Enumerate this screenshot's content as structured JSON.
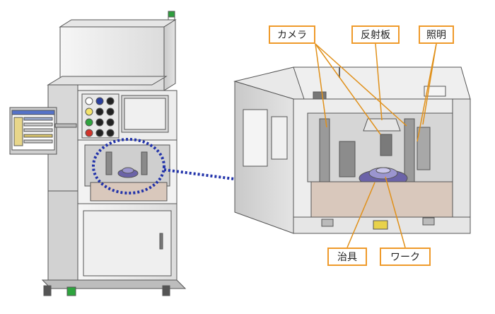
{
  "callouts": {
    "camera": "カメラ",
    "reflector": "反射板",
    "lighting": "照明",
    "jig": "治具",
    "workpiece": "ワーク"
  },
  "colors": {
    "callout_border": "#ef9a2a",
    "pointer_lines": "#e0901a",
    "zoom_dots": "#2233aa",
    "machine_panel": "#eeeeee",
    "machine_outline": "#555555",
    "base_plate": "#d9c8bc",
    "fixture": "#6b63a8",
    "beacon": [
      "#2e9e3e",
      "#ffffff",
      "#d93a2e"
    ]
  },
  "control_panel_buttons": [
    "white",
    "blue",
    "black",
    "yellow",
    "black",
    "black",
    "green",
    "black",
    "black",
    "red",
    "black",
    "black"
  ]
}
